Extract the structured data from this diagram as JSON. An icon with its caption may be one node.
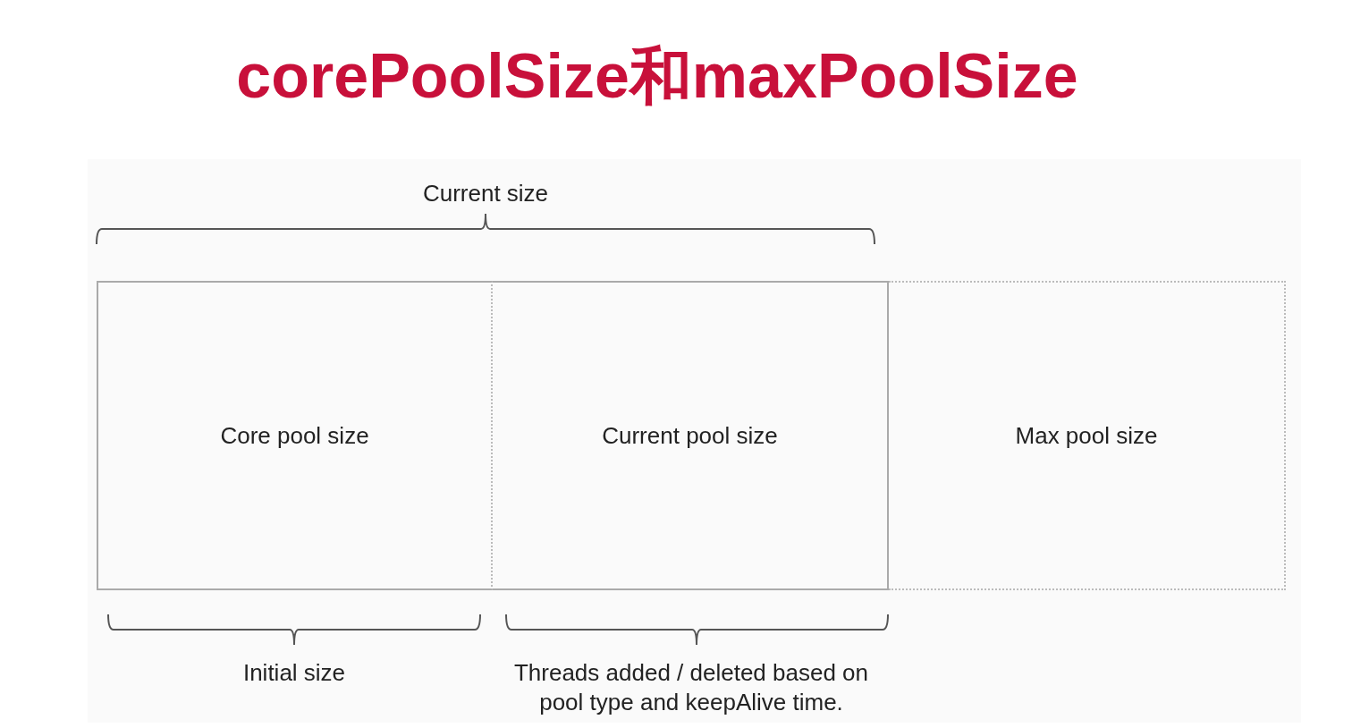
{
  "diagram": {
    "title": "corePoolSize和maxPoolSize",
    "nodes": [
      {
        "text": [
          "Core pool size"
        ]
      },
      {
        "text": [
          "Current pool size"
        ]
      },
      {
        "text": [
          "Max pool size"
        ]
      }
    ],
    "labels": [
      "Current size",
      "Initial size",
      "Threads added / deleted based on pool type and keepAlive time."
    ]
  }
}
